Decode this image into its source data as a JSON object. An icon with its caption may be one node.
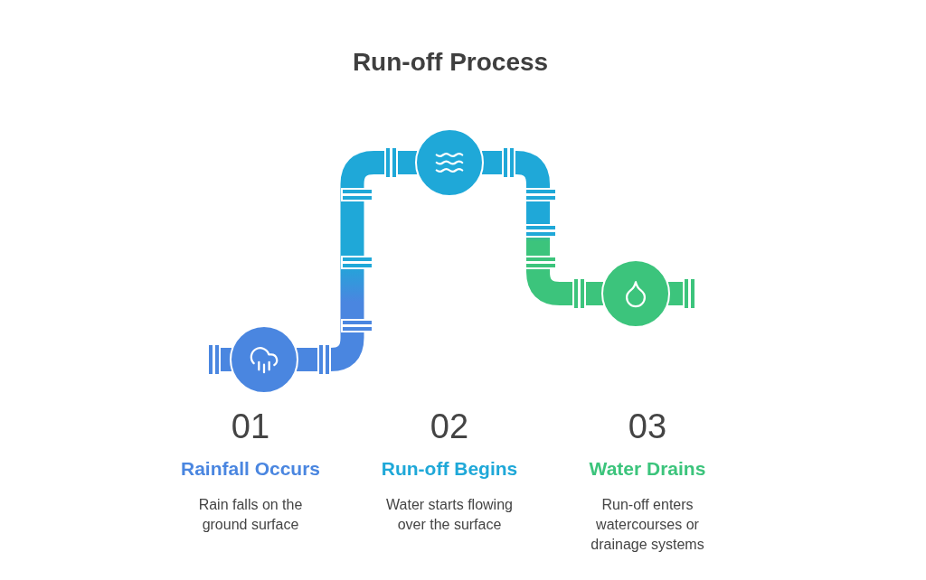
{
  "diagram": {
    "title": "Run-off Process",
    "nodes": [
      {
        "text": [],
        "shape": "circle",
        "beside": [
          "01",
          "Rainfall Occurs",
          "Rain falls on the ground surface"
        ]
      },
      {
        "text": [],
        "shape": "circle",
        "beside": [
          "02",
          "Run-off Begins",
          "Water starts flowing over the surface"
        ]
      },
      {
        "text": [],
        "shape": "circle",
        "beside": [
          "03",
          "Water Drains",
          "Run-off enters watercourses or drainage systems"
        ]
      }
    ],
    "edges": [
      {
        "from": 0,
        "to": 1,
        "arrow": "none",
        "style": "thick"
      },
      {
        "from": 1,
        "to": 2,
        "arrow": "none",
        "style": "thick"
      }
    ]
  }
}
